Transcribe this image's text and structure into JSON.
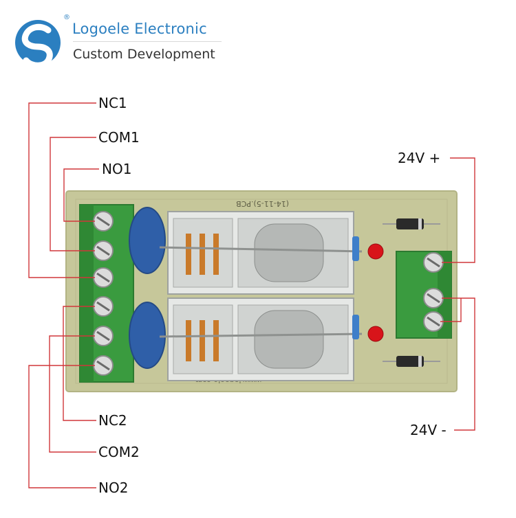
{
  "brand": {
    "name": "Logoele Electronic",
    "tagline": "Custom Development",
    "registered": "®"
  },
  "board": {
    "silkscreen_top": "(14-11-5).PCB",
    "silkscreen_bottom": "www.logoele.com"
  },
  "labels": {
    "nc1": "NC1",
    "com1": "COM1",
    "no1": "NO1",
    "nc2": "NC2",
    "com2": "COM2",
    "no2": "NO2",
    "v24_plus": "24V +",
    "v24_minus": "24V -"
  },
  "colors": {
    "leader_line": "#d0363a",
    "brand_blue": "#2b7fc0",
    "pcb": "#c6c79a",
    "terminal": "#3a9b3f",
    "varistor": "#2f5fa8",
    "led": "#d8141a"
  }
}
